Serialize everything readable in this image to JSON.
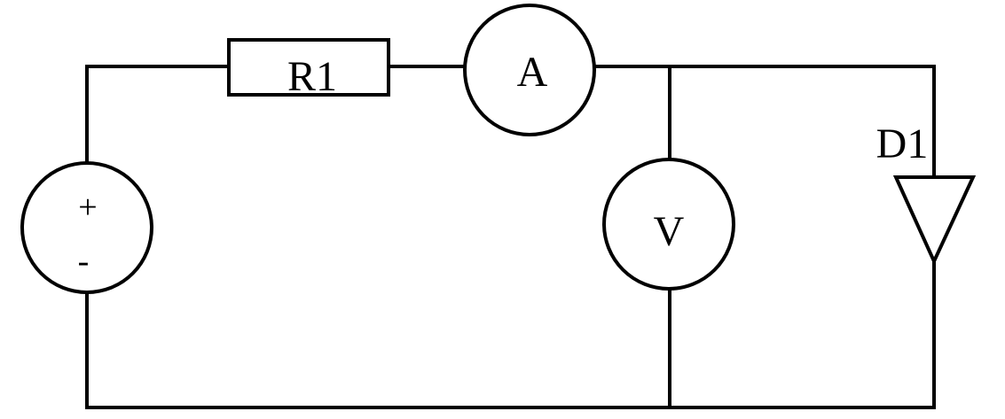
{
  "circuit": {
    "source": {
      "plus_label": "+",
      "minus_label": "-"
    },
    "resistor": {
      "label": "R1"
    },
    "ammeter": {
      "label": "A"
    },
    "voltmeter": {
      "label": "V"
    },
    "diode": {
      "label": "D1"
    },
    "colors": {
      "stroke": "#000000",
      "background": "#ffffff"
    }
  }
}
